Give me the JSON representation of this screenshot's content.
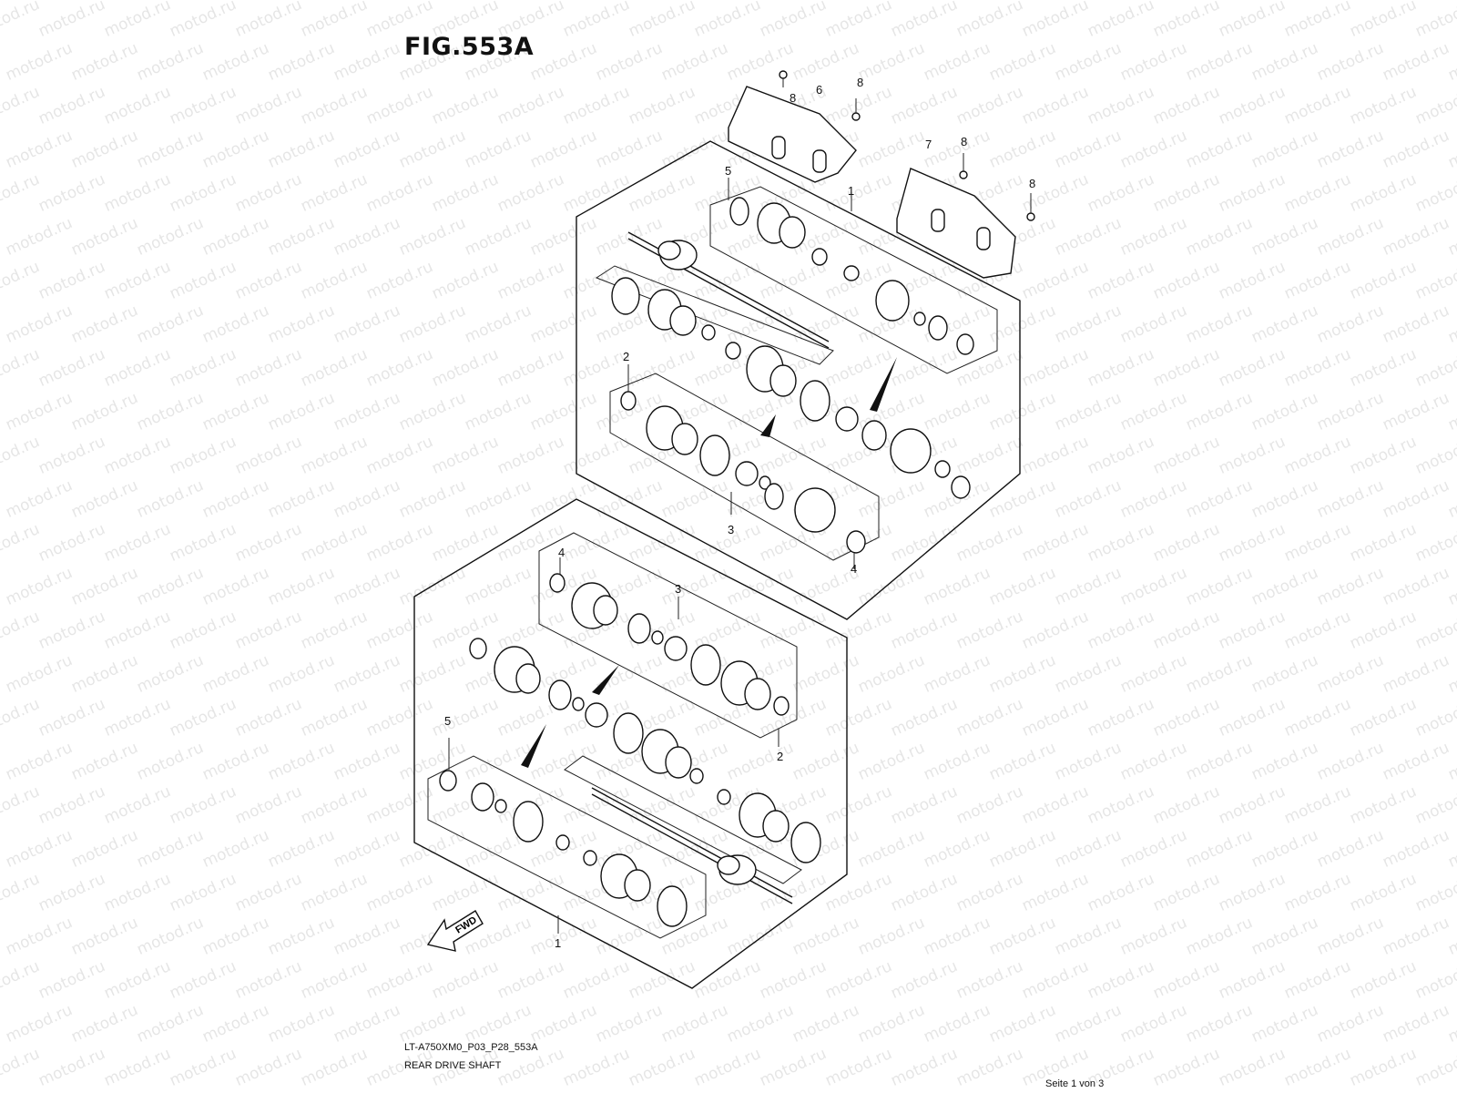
{
  "figure": {
    "title": "FIG.553A",
    "code": "LT-A750XM0_P03_P28_553A",
    "name": "REAR DRIVE SHAFT",
    "page": "Seite 1 von 3"
  },
  "watermark": "motod.ru",
  "direction_label": "FWD",
  "callouts": [
    "1",
    "2",
    "3",
    "4",
    "5",
    "6",
    "7",
    "8"
  ]
}
